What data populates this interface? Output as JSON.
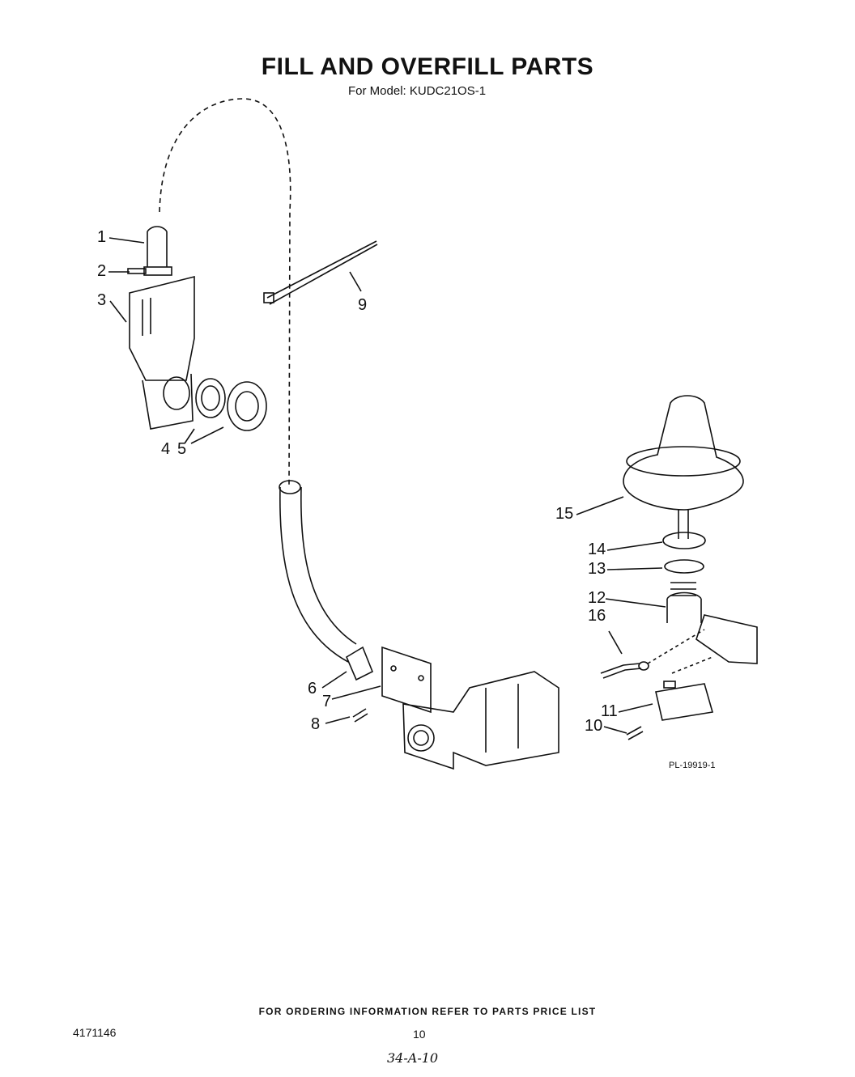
{
  "header": {
    "title": "FILL AND OVERFILL PARTS",
    "subtitle": "For Model: KUDC21OS-1"
  },
  "callouts": [
    "1",
    "2",
    "3",
    "4",
    "5",
    "6",
    "7",
    "8",
    "9",
    "10",
    "11",
    "12",
    "13",
    "14",
    "15",
    "16"
  ],
  "figure_ref": "PL-19919-1",
  "footer": {
    "ordering_note": "FOR ORDERING INFORMATION REFER TO PARTS PRICE LIST",
    "doc_number": "4171146",
    "page_number": "10",
    "handwritten": "34-A-10"
  }
}
